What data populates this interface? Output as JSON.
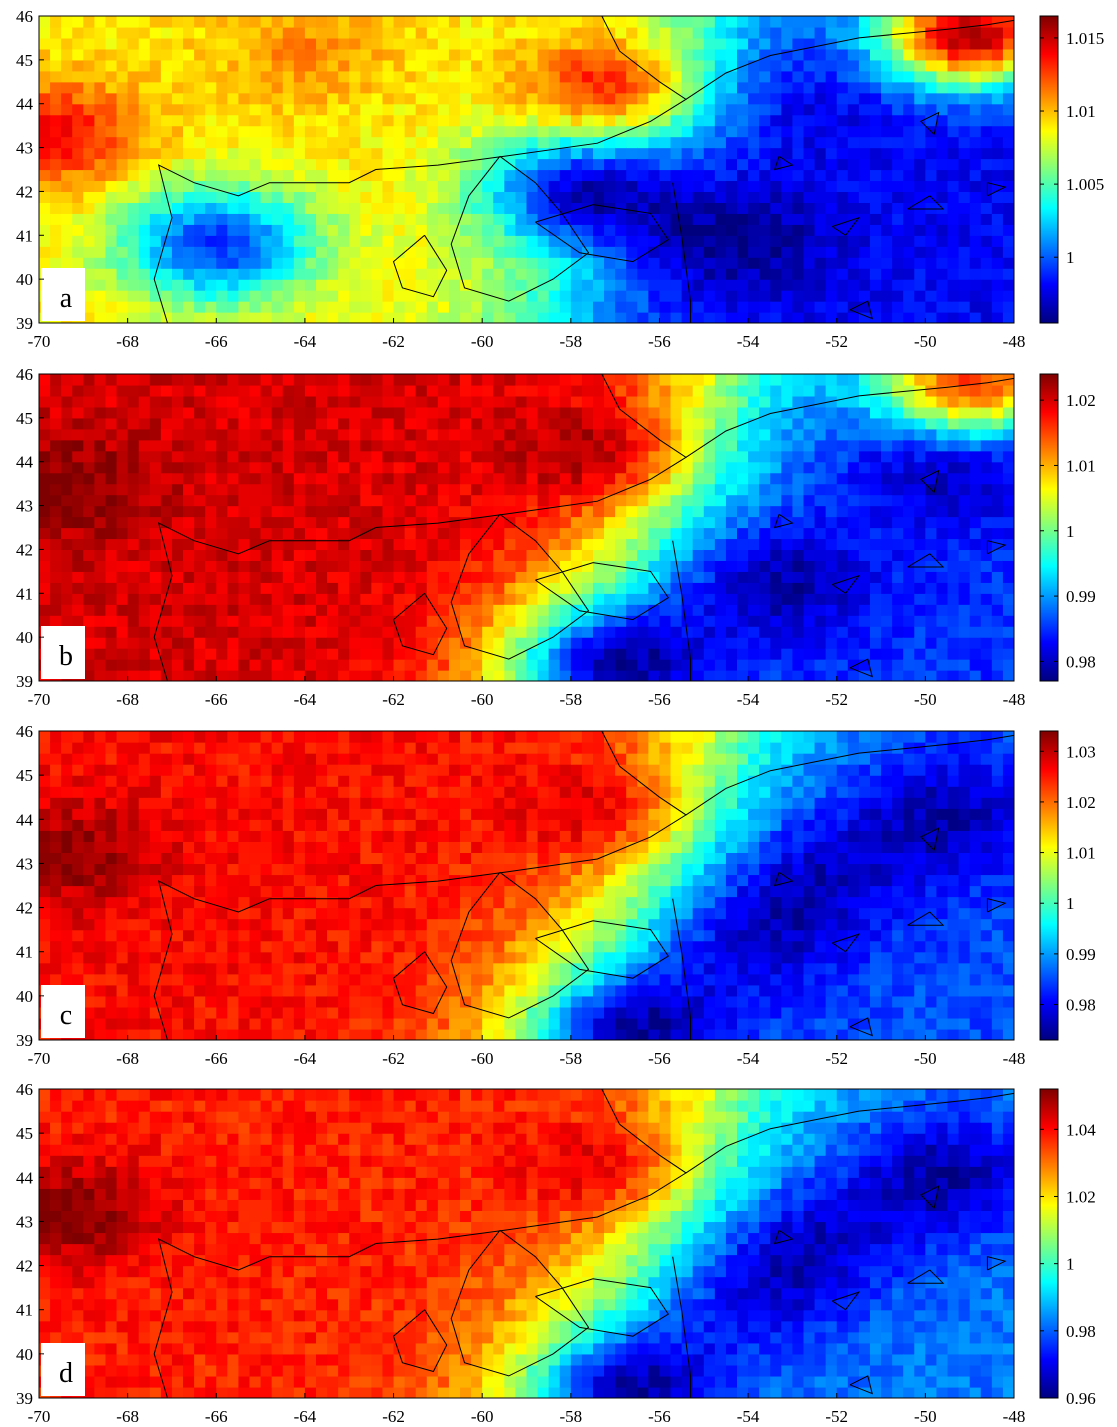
{
  "colors": {
    "jet": [
      "#00007f",
      "#0000ff",
      "#007fff",
      "#00ffff",
      "#7fff7f",
      "#ffff00",
      "#ff7f00",
      "#ff0000",
      "#7f0000"
    ],
    "coastline": "#000000"
  },
  "chart_data": [
    {
      "type": "heatmap",
      "panel_label": "a",
      "xlim": [
        -70,
        -48
      ],
      "ylim": [
        39,
        46
      ],
      "x_ticks": [
        "-70",
        "-68",
        "-66",
        "-64",
        "-62",
        "-60",
        "-58",
        "-56",
        "-54",
        "-52",
        "-50",
        "-48"
      ],
      "y_ticks": [
        "39",
        "40",
        "41",
        "42",
        "43",
        "44",
        "45",
        "46"
      ],
      "colorbar": {
        "min": 0.9955,
        "max": 1.0165,
        "ticks": [
          {
            "v": 1,
            "label": "1"
          },
          {
            "v": 1.005,
            "label": "1.005"
          },
          {
            "v": 1.01,
            "label": "1.01"
          },
          {
            "v": 1.015,
            "label": "1.015"
          }
        ]
      },
      "field": {
        "west": 1.009,
        "east": 0.998,
        "highs": [
          {
            "lon": -69.7,
            "lat": 43.3,
            "value": 1.014
          },
          {
            "lon": -57,
            "lat": 44.4,
            "value": 1.013
          },
          {
            "lon": -49,
            "lat": 45.6,
            "value": 1.016
          },
          {
            "lon": -64,
            "lat": 45.2,
            "value": 1.011
          }
        ],
        "lows": [
          {
            "lon": -54.5,
            "lat": 40.8,
            "value": 0.996
          },
          {
            "lon": -58,
            "lat": 42,
            "value": 0.997
          },
          {
            "lon": -53,
            "lat": 43.6,
            "value": 0.998
          },
          {
            "lon": -66,
            "lat": 40.8,
            "value": 0.999
          }
        ]
      }
    },
    {
      "type": "heatmap",
      "panel_label": "b",
      "xlim": [
        -70,
        -48
      ],
      "ylim": [
        39,
        46
      ],
      "x_ticks": [
        "-70",
        "-68",
        "-66",
        "-64",
        "-62",
        "-60",
        "-58",
        "-56",
        "-54",
        "-52",
        "-50",
        "-48"
      ],
      "y_ticks": [
        "39",
        "40",
        "41",
        "42",
        "43",
        "44",
        "45",
        "46"
      ],
      "colorbar": {
        "min": 0.977,
        "max": 1.024,
        "ticks": [
          {
            "v": 0.98,
            "label": "0.98"
          },
          {
            "v": 0.99,
            "label": "0.99"
          },
          {
            "v": 1,
            "label": "1"
          },
          {
            "v": 1.01,
            "label": "1.01"
          },
          {
            "v": 1.02,
            "label": "1.02"
          }
        ]
      },
      "field": {
        "west": 1.02,
        "east": 0.985,
        "highs": [
          {
            "lon": -69.5,
            "lat": 43.4,
            "value": 1.024
          },
          {
            "lon": -57,
            "lat": 44.3,
            "value": 1.02
          },
          {
            "lon": -49,
            "lat": 45.8,
            "value": 1.017
          }
        ],
        "lows": [
          {
            "lon": -53.5,
            "lat": 41.2,
            "value": 0.979
          },
          {
            "lon": -49.6,
            "lat": 43.9,
            "value": 0.979
          },
          {
            "lon": -57.5,
            "lat": 39.4,
            "value": 0.981
          }
        ]
      }
    },
    {
      "type": "heatmap",
      "panel_label": "c",
      "xlim": [
        -70,
        -48
      ],
      "ylim": [
        39,
        46
      ],
      "x_ticks": [
        "-70",
        "-68",
        "-66",
        "-64",
        "-62",
        "-60",
        "-58",
        "-56",
        "-54",
        "-52",
        "-50",
        "-48"
      ],
      "y_ticks": [
        "39",
        "40",
        "41",
        "42",
        "43",
        "44",
        "45",
        "46"
      ],
      "colorbar": {
        "min": 0.973,
        "max": 1.034,
        "ticks": [
          {
            "v": 0.98,
            "label": "0.98"
          },
          {
            "v": 0.99,
            "label": "0.99"
          },
          {
            "v": 1,
            "label": "1"
          },
          {
            "v": 1.01,
            "label": "1.01"
          },
          {
            "v": 1.02,
            "label": "1.02"
          },
          {
            "v": 1.03,
            "label": "1.03"
          }
        ]
      },
      "field": {
        "west": 1.026,
        "east": 0.985,
        "highs": [
          {
            "lon": -69.3,
            "lat": 43.2,
            "value": 1.033
          },
          {
            "lon": -57,
            "lat": 44.3,
            "value": 1.026
          }
        ],
        "lows": [
          {
            "lon": -49.6,
            "lat": 44.1,
            "value": 0.976
          },
          {
            "lon": -52.5,
            "lat": 42.7,
            "value": 0.979
          },
          {
            "lon": -54,
            "lat": 41.2,
            "value": 0.979
          },
          {
            "lon": -57,
            "lat": 39.2,
            "value": 0.977
          }
        ]
      }
    },
    {
      "type": "heatmap",
      "panel_label": "d",
      "xlim": [
        -70,
        -48
      ],
      "ylim": [
        39,
        46
      ],
      "x_ticks": [
        "-70",
        "-68",
        "-66",
        "-64",
        "-62",
        "-60",
        "-58",
        "-56",
        "-54",
        "-52",
        "-50",
        "-48"
      ],
      "y_ticks": [
        "39",
        "40",
        "41",
        "42",
        "43",
        "44",
        "45",
        "46"
      ],
      "colorbar": {
        "min": 0.96,
        "max": 1.052,
        "ticks": [
          {
            "v": 0.96,
            "label": "0.96"
          },
          {
            "v": 0.98,
            "label": "0.98"
          },
          {
            "v": 1,
            "label": "1"
          },
          {
            "v": 1.02,
            "label": "1.02"
          },
          {
            "v": 1.04,
            "label": "1.04"
          }
        ]
      },
      "field": {
        "west": 1.038,
        "east": 0.982,
        "highs": [
          {
            "lon": -69.3,
            "lat": 43.2,
            "value": 1.052
          },
          {
            "lon": -57,
            "lat": 44.3,
            "value": 1.04
          }
        ],
        "lows": [
          {
            "lon": -49.6,
            "lat": 44.1,
            "value": 0.964
          },
          {
            "lon": -52.5,
            "lat": 42.6,
            "value": 0.97
          },
          {
            "lon": -54,
            "lat": 41.2,
            "value": 0.972
          },
          {
            "lon": -57,
            "lat": 39.2,
            "value": 0.966
          }
        ]
      }
    }
  ],
  "coastlines": [
    [
      [
        -57.3,
        46
      ],
      [
        -56.9,
        45.2
      ],
      [
        -56,
        44.5
      ],
      [
        -55.4,
        44.1
      ],
      [
        -56.2,
        43.6
      ],
      [
        -57.4,
        43.1
      ],
      [
        -59.5,
        42.8
      ],
      [
        -61,
        42.6
      ],
      [
        -62.4,
        42.5
      ],
      [
        -63,
        42.2
      ],
      [
        -64.8,
        42.2
      ],
      [
        -65.5,
        41.9
      ],
      [
        -66.5,
        42.2
      ],
      [
        -67.3,
        42.6
      ],
      [
        -67,
        41.4
      ],
      [
        -67.4,
        40
      ],
      [
        -67.1,
        39
      ]
    ],
    [
      [
        -55.4,
        44.1
      ],
      [
        -54.5,
        44.7
      ],
      [
        -53.5,
        45.1
      ],
      [
        -52.5,
        45.3
      ],
      [
        -51.5,
        45.5
      ],
      [
        -50.5,
        45.6
      ],
      [
        -49.5,
        45.7
      ],
      [
        -48.6,
        45.8
      ],
      [
        -48,
        45.9
      ]
    ],
    [
      [
        -59.6,
        42.8
      ],
      [
        -58.8,
        42.2
      ],
      [
        -58.2,
        41.5
      ],
      [
        -57.6,
        40.6
      ],
      [
        -58.4,
        40
      ],
      [
        -59.4,
        39.5
      ],
      [
        -60.4,
        39.8
      ],
      [
        -60.7,
        40.8
      ],
      [
        -60.3,
        41.9
      ],
      [
        -59.6,
        42.8
      ]
    ],
    [
      [
        -61.3,
        41
      ],
      [
        -62,
        40.4
      ],
      [
        -61.8,
        39.8
      ],
      [
        -61.1,
        39.6
      ],
      [
        -60.8,
        40.2
      ],
      [
        -61.3,
        41
      ]
    ],
    [
      [
        -58.8,
        41.3
      ],
      [
        -57.5,
        41.7
      ],
      [
        -56.2,
        41.5
      ],
      [
        -55.8,
        40.9
      ],
      [
        -56.6,
        40.4
      ],
      [
        -57.8,
        40.6
      ],
      [
        -58.8,
        41.3
      ]
    ],
    [
      [
        -55.7,
        42.2
      ],
      [
        -55.5,
        41
      ],
      [
        -55.3,
        39.5
      ],
      [
        -55.3,
        39
      ]
    ],
    [
      [
        -53.3,
        42.8
      ],
      [
        -53,
        42.6
      ],
      [
        -53.4,
        42.5
      ],
      [
        -53.3,
        42.8
      ]
    ],
    [
      [
        -50.4,
        41.6
      ],
      [
        -49.9,
        41.9
      ],
      [
        -49.6,
        41.6
      ],
      [
        -50.4,
        41.6
      ]
    ],
    [
      [
        -48.6,
        41.9
      ],
      [
        -48.2,
        42.1
      ],
      [
        -48.6,
        42.2
      ],
      [
        -48.6,
        41.9
      ]
    ],
    [
      [
        -52.1,
        41.2
      ],
      [
        -51.5,
        41.4
      ],
      [
        -51.8,
        41
      ],
      [
        -52.1,
        41.2
      ]
    ],
    [
      [
        -49.8,
        43.3
      ],
      [
        -50.1,
        43.6
      ],
      [
        -49.7,
        43.8
      ],
      [
        -49.8,
        43.3
      ]
    ],
    [
      [
        -51.7,
        39.3
      ],
      [
        -51.3,
        39.5
      ],
      [
        -51.2,
        39.1
      ],
      [
        -51.7,
        39.3
      ]
    ]
  ]
}
